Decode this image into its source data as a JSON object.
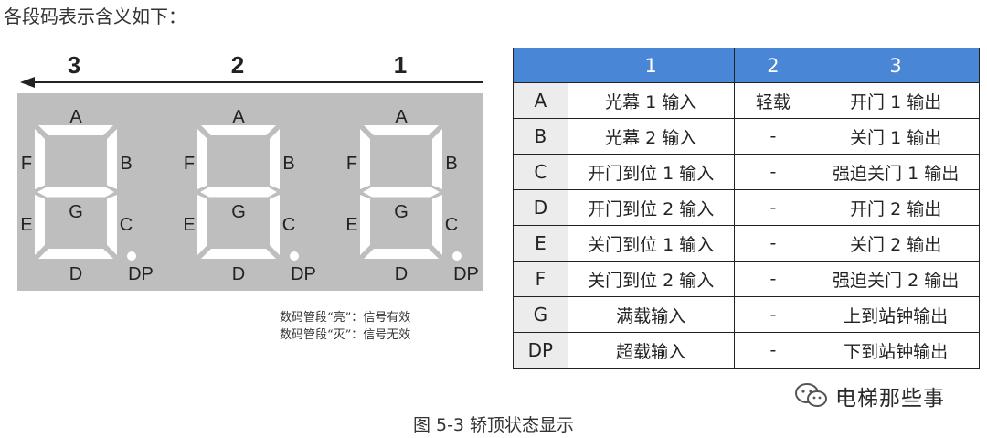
{
  "intro": "各段码表示含义如下：",
  "display": {
    "digit_order": [
      "3",
      "2",
      "1"
    ],
    "segment_labels": {
      "A": "A",
      "B": "B",
      "C": "C",
      "D": "D",
      "E": "E",
      "F": "F",
      "G": "G",
      "DP": "DP"
    },
    "panel_color": "#bebebe",
    "segment_color": "#ffffff"
  },
  "notes": {
    "line1": "数码管段“亮”：信号有效",
    "line2": "数码管段“灭”：信号无效"
  },
  "table": {
    "header_color": "#4a86d6",
    "columns": [
      "",
      "1",
      "2",
      "3"
    ],
    "rows": [
      {
        "seg": "A",
        "c1": "光幕 1 输入",
        "c2": "轻载",
        "c3": "开门 1 输出"
      },
      {
        "seg": "B",
        "c1": "光幕 2 输入",
        "c2": "-",
        "c3": "关门 1 输出"
      },
      {
        "seg": "C",
        "c1": "开门到位 1 输入",
        "c2": "-",
        "c3": "强迫关门 1 输出"
      },
      {
        "seg": "D",
        "c1": "开门到位 2 输入",
        "c2": "-",
        "c3": "开门 2 输出"
      },
      {
        "seg": "E",
        "c1": "关门到位 1 输入",
        "c2": "-",
        "c3": "关门 2 输出"
      },
      {
        "seg": "F",
        "c1": "关门到位 2 输入",
        "c2": "-",
        "c3": "强迫关门 2 输出"
      },
      {
        "seg": "G",
        "c1": "满载输入",
        "c2": "-",
        "c3": "上到站钟输出"
      },
      {
        "seg": "DP",
        "c1": "超载输入",
        "c2": "-",
        "c3": "下到站钟输出"
      }
    ]
  },
  "watermark": {
    "text": "电梯那些事",
    "icon": "wechat-icon"
  },
  "caption": "图 5-3  轿顶状态显示"
}
